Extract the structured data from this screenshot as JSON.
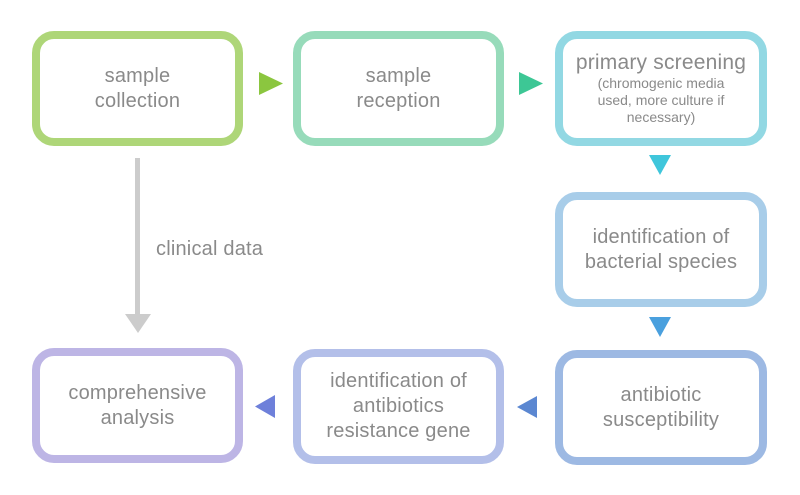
{
  "diagram": {
    "background_color": "#ffffff",
    "text_color": "#8a8a8a",
    "boxes": [
      {
        "id": "sample-collection",
        "label": "sample\ncollection",
        "border_color": "#aed678"
      },
      {
        "id": "sample-reception",
        "label": "sample\nreception",
        "border_color": "#97dbba"
      },
      {
        "id": "primary-screening",
        "label": "primary screening",
        "sublabel": "(chromogenic media\nused, more culture if\nnecessary)",
        "border_color": "#92d8e3"
      },
      {
        "id": "identification-of-bacterial-species",
        "label": "identification of\nbacterial species",
        "border_color": "#a8cde9"
      },
      {
        "id": "antibiotic-susceptibility",
        "label": "antibiotic\nsusceptibility",
        "border_color": "#9db9e3"
      },
      {
        "id": "identification-of-antibiotics-resistance-gene",
        "label": "identification of\nantibiotics\nresistance gene",
        "border_color": "#b3bfe9"
      },
      {
        "id": "comprehensive-analysis",
        "label": "comprehensive\nanalysis",
        "border_color": "#bdb5e5"
      }
    ],
    "arrows": [
      {
        "id": "collection-to-reception",
        "direction": "right",
        "color": "#8bc63f"
      },
      {
        "id": "reception-to-screening",
        "direction": "right",
        "color": "#3dc795"
      },
      {
        "id": "screening-to-identification",
        "direction": "down",
        "color": "#3fc6db"
      },
      {
        "id": "identification-to-susceptibility",
        "direction": "down",
        "color": "#4aa0de"
      },
      {
        "id": "susceptibility-to-resistance-gene",
        "direction": "left",
        "color": "#5b87d1"
      },
      {
        "id": "resistance-gene-to-analysis",
        "direction": "left",
        "color": "#6e80da"
      },
      {
        "id": "clinical-data",
        "direction": "down",
        "color": "#cccccc",
        "label": "clinical data"
      }
    ]
  }
}
